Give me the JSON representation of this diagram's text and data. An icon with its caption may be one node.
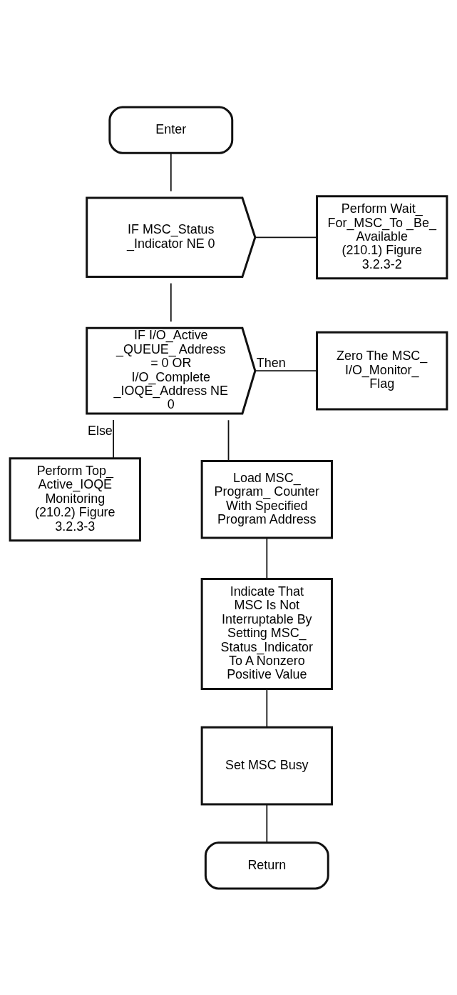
{
  "diagram": {
    "nodes": [
      {
        "text": [
          "Enter"
        ]
      },
      {
        "text": [
          "IF MSC_Status _Indicator NE 0"
        ]
      },
      {
        "text": [
          "Perform Wait_ For_MSC_To _Be_ Available (210.1) Figure 3.2.3-2"
        ]
      },
      {
        "text": [
          "IF I/O_Active _QUEUE_ Address = 0 OR I/O_Complete _IOQE_Address NE 0"
        ]
      },
      {
        "text": [
          "Zero The MSC_ I/O_Monitor_ Flag"
        ]
      },
      {
        "text": [
          "Perform Top_ Active_IOQE Monitoring (210.2) Figure 3.2.3-3"
        ]
      },
      {
        "text": [
          "Load MSC_ Program_ Counter With Specified Program Address"
        ]
      },
      {
        "text": [
          "Indicate That MSC Is Not Interruptable By Setting MSC_ Status_Indicator To A Nonzero Positive Value"
        ]
      },
      {
        "text": [
          "Set MSC Busy"
        ]
      },
      {
        "text": [
          "Return"
        ]
      }
    ],
    "edges": [
      {
        "from": 0,
        "to": 1,
        "arrow": "none"
      },
      {
        "from": 1,
        "to": 2,
        "arrow": "none"
      },
      {
        "from": 1,
        "to": 3,
        "arrow": "none"
      },
      {
        "from": 3,
        "to": 4,
        "label": "Then",
        "arrow": "none"
      },
      {
        "from": 3,
        "to": 5,
        "label": "Else",
        "arrow": "none"
      },
      {
        "from": 3,
        "to": 6,
        "arrow": "none"
      },
      {
        "from": 6,
        "to": 7,
        "arrow": "none"
      },
      {
        "from": 7,
        "to": 8,
        "arrow": "none"
      },
      {
        "from": 8,
        "to": 9,
        "arrow": "none"
      }
    ]
  }
}
